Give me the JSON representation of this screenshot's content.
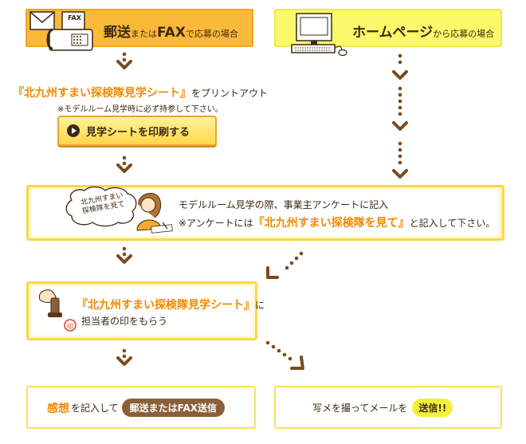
{
  "mail_path": {
    "header_main_1": "郵送",
    "header_mid": "または",
    "header_main_2": "FAX",
    "header_sub": "で応募の場合",
    "fax_label": "FAX",
    "step1_title": "『北九州すまい探検隊見学シート』",
    "step1_suffix": "をプリントアウト",
    "step1_note": "※モデルルーム見学時に必ず持参して下さい。",
    "print_button_label": "見学シートを印刷する"
  },
  "web_path": {
    "header_main": "ホームページ",
    "header_sub": "から応募の場合"
  },
  "survey_step": {
    "tag_text": "北九州すまい探検隊を見て",
    "line1": "モデルルーム見学の際、事業主アンケートに記入",
    "line2_prefix": "※アンケートには",
    "line2_highlight": "『北九州すまい探検隊を見て』",
    "line2_suffix": "と記入して下さい。"
  },
  "stamp_step": {
    "title": "『北九州すまい探検隊見学シート』",
    "title_suffix": "に",
    "line2": "担当者の印をもらう"
  },
  "final_mail": {
    "highlight": "感想",
    "text": "を記入して",
    "pill": "郵送またはFAX送信"
  },
  "final_web": {
    "text": "写メを撮ってメールを",
    "pill": "送信!!"
  },
  "colors": {
    "orange_box": "#fbb93a",
    "yellow_box": "#fbf86a",
    "arrow": "#7a4a1e",
    "highlight": "#f08a00"
  }
}
